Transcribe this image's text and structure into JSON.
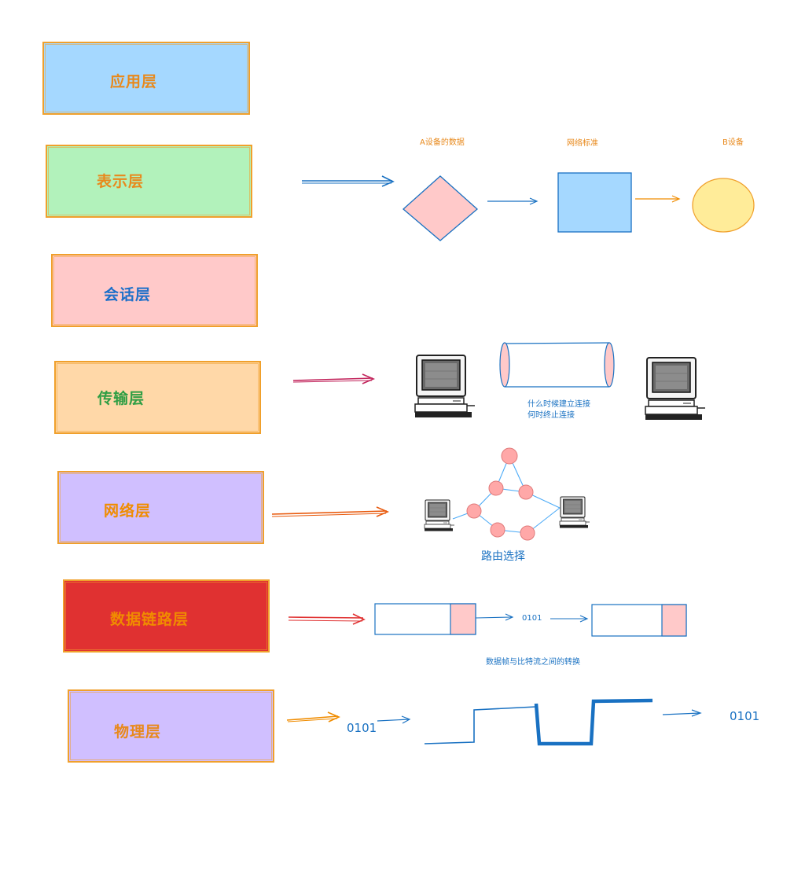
{
  "layers": [
    {
      "id": "application",
      "label": "应用层",
      "fill": "#a5d8ff",
      "text": "#e8891c"
    },
    {
      "id": "presentation",
      "label": "表示层",
      "fill": "#b2f2bb",
      "text": "#e8891c"
    },
    {
      "id": "session",
      "label": "会话层",
      "fill": "#ffc9c9",
      "text": "#1c6fc9"
    },
    {
      "id": "transport",
      "label": "传输层",
      "fill": "#ffd8a8",
      "text": "#2f9e44"
    },
    {
      "id": "network",
      "label": "网络层",
      "fill": "#d0bfff",
      "text": "#f08c00"
    },
    {
      "id": "datalink",
      "label": "数据链路层",
      "fill": "#e03131",
      "text": "#f08c00"
    },
    {
      "id": "physical",
      "label": "物理层",
      "fill": "#d0bfff",
      "text": "#e8891c"
    }
  ],
  "presentation": {
    "device_a": "A设备的数据",
    "network_standard": "网络标准",
    "device_b": "B设备"
  },
  "transport": {
    "note_line1": "什么时候建立连接",
    "note_line2": "何时终止连接"
  },
  "network": {
    "caption": "路由选择"
  },
  "datalink": {
    "bits": "0101",
    "caption": "数据帧与比特流之间的转换"
  },
  "physical": {
    "bits_in": "0101",
    "bits_out": "0101"
  },
  "colors": {
    "blue": "#1971c2",
    "orange": "#f08c00",
    "red": "#e03131",
    "crimson": "#c2255c",
    "pink": "#ffc9c9",
    "lightblue": "#a5d8ff",
    "yellow": "#ffec99"
  }
}
